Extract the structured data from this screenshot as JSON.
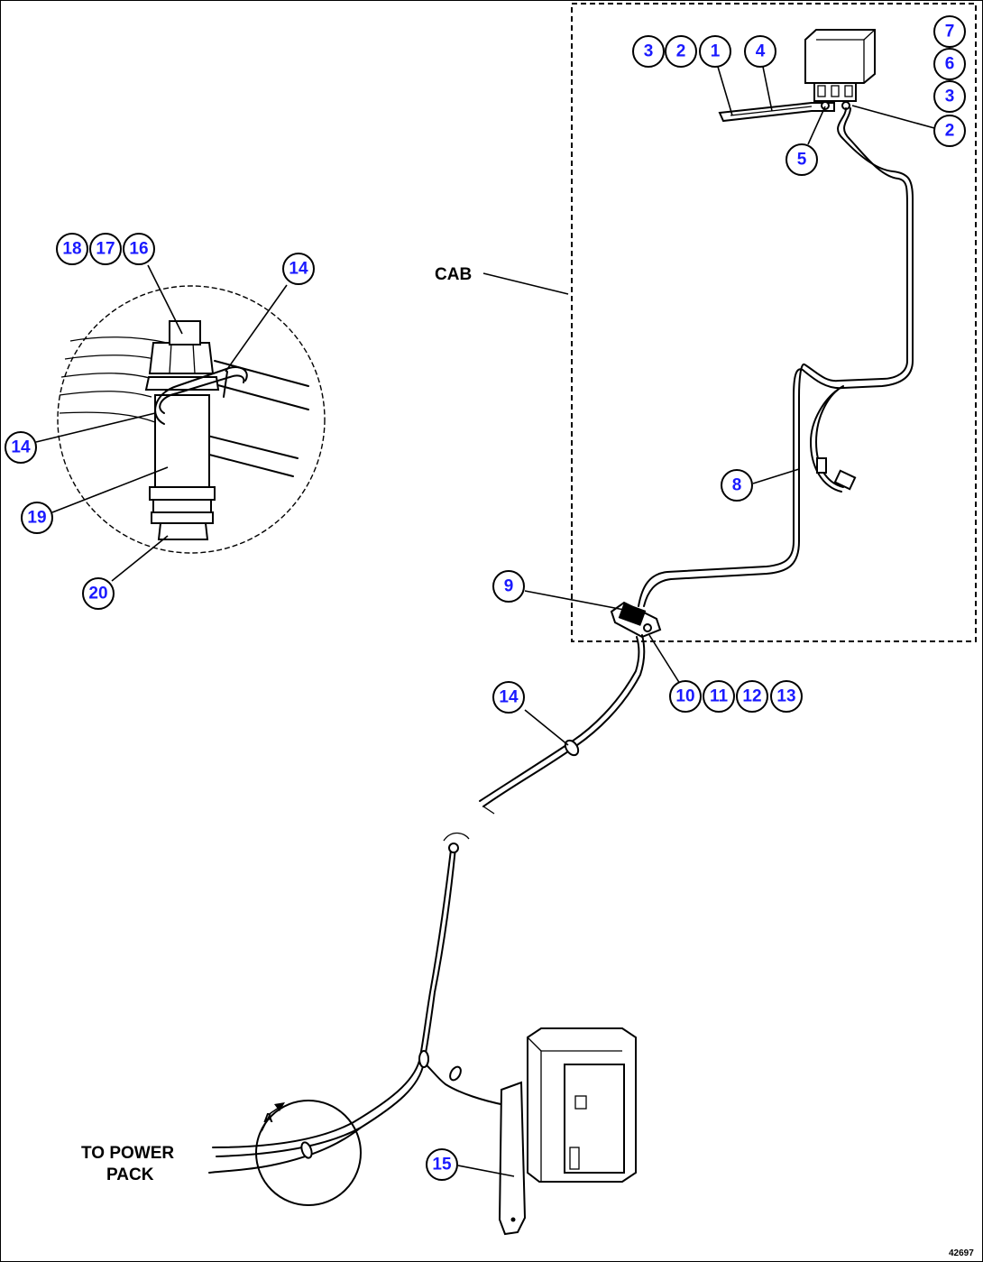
{
  "labels": {
    "cab": "CAB",
    "to_power_pack_line1": "TO POWER",
    "to_power_pack_line2": "PACK",
    "view_marker": "A",
    "drawing_number": "42697"
  },
  "callouts": {
    "b1": "1",
    "b2a": "2",
    "b3a": "3",
    "b4": "4",
    "b5": "5",
    "b7": "7",
    "b6": "6",
    "b3b": "3",
    "b2b": "2",
    "b8": "8",
    "b9": "9",
    "b10": "10",
    "b11": "11",
    "b12": "12",
    "b13": "13",
    "b14a": "14",
    "b14b": "14",
    "b14c": "14",
    "b15": "15",
    "b16": "16",
    "b17": "17",
    "b18": "18",
    "b19": "19",
    "b20": "20"
  },
  "colors": {
    "callout_text": "#1a1aff",
    "line": "#000000"
  }
}
